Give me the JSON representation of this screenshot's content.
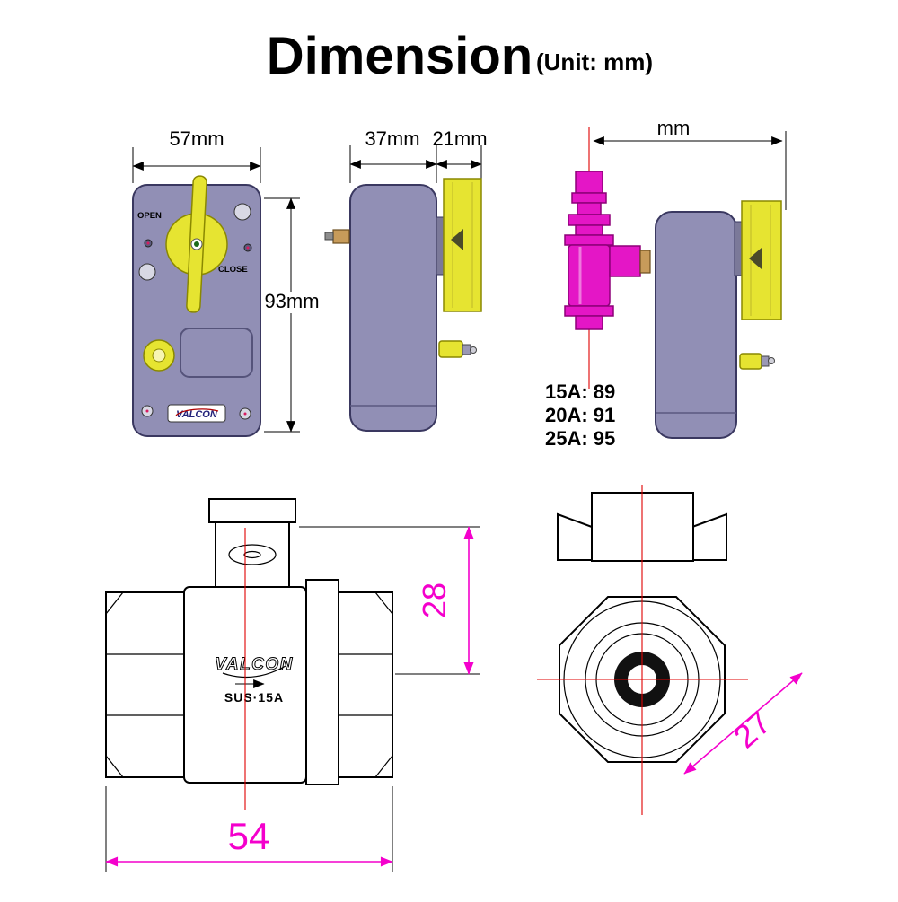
{
  "title": "Dimension",
  "unit_label": "(Unit:  mm)",
  "colors": {
    "actuator_body": "#918fb5",
    "handle_yellow": "#e6e431",
    "valve_magenta": "#e416c6",
    "dimension_magenta": "#f400cc",
    "centerline_red": "#e00000",
    "connector_tan": "#c79b5a"
  },
  "front_view": {
    "width_label": "57mm",
    "height_label": "93mm",
    "open_label": "OPEN",
    "close_label": "CLOSE",
    "brand": "VALCON"
  },
  "side_view": {
    "body_width_label": "37mm",
    "handle_width_label": "21mm"
  },
  "assembly_view": {
    "length_label": "mm",
    "table": [
      "15A:  89",
      "20A:  91",
      "25A:  95"
    ]
  },
  "valve_front_view": {
    "brand": "VALCON",
    "model": "SUS·15A",
    "height_label": "28",
    "width_label": "54"
  },
  "valve_end_view": {
    "width_label": "27"
  }
}
